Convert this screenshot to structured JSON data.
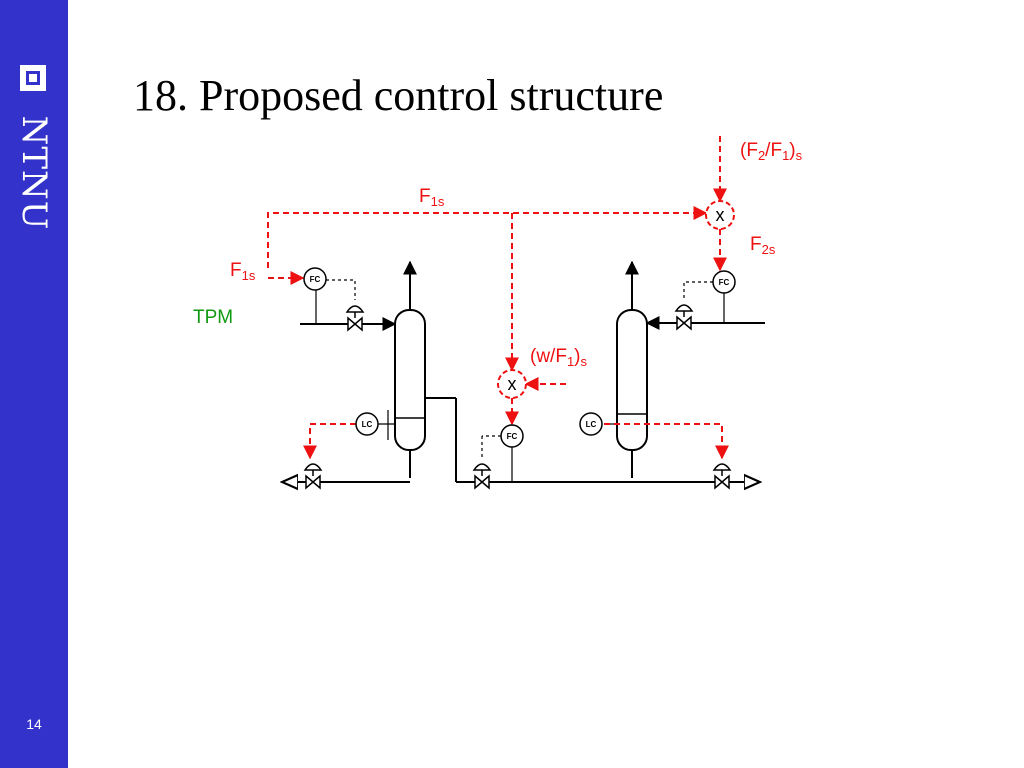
{
  "slide": {
    "brand": "NTNU",
    "page_number": "14",
    "title": "18. Proposed control structure"
  },
  "labels": {
    "f2_over_f1_main": "(F",
    "f2_over_f1_sub1": "2",
    "f2_over_f1_mid": "/F",
    "f2_over_f1_sub2": "1",
    "f2_over_f1_close": ")",
    "f2_over_f1_sub3": "s",
    "f1s_top_main": "F",
    "f1s_top_sub": "1s",
    "f2s_main": "F",
    "f2s_sub": "2s",
    "f1s_left_main": "F",
    "f1s_left_sub": "1s",
    "tpm": "TPM",
    "w_over_f1_main": "(w/F",
    "w_over_f1_sub1": "1",
    "w_over_f1_close": ")",
    "w_over_f1_sub2": "s"
  },
  "instruments": {
    "fc": "FC",
    "lc": "LC",
    "multiplier": "x"
  },
  "colors": {
    "sidebar": "#3333cc",
    "signal": "#ee1111",
    "tpm": "#119911"
  }
}
